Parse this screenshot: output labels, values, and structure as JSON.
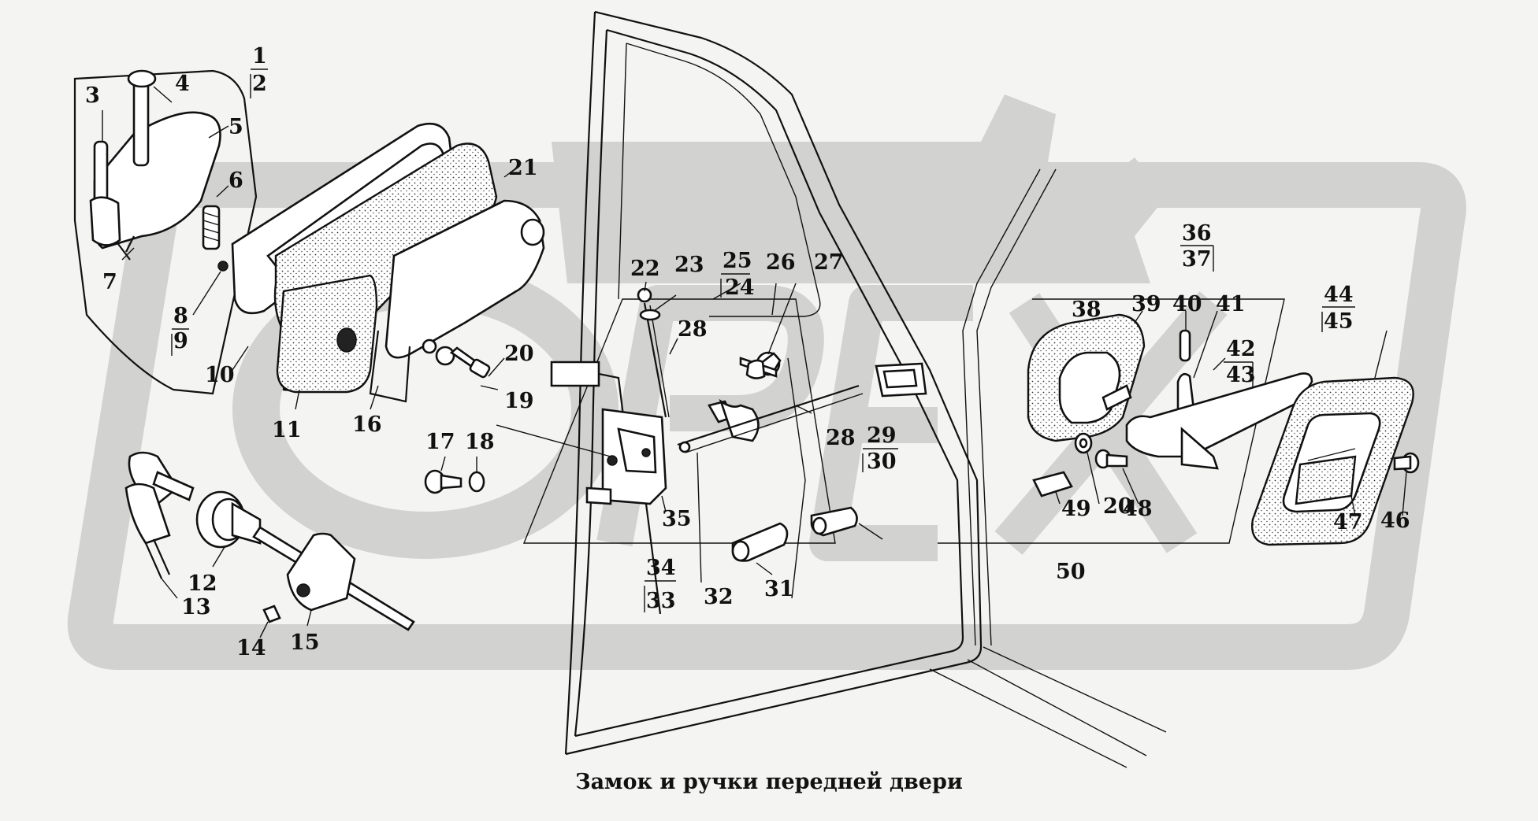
{
  "caption": "Замок и ручки передней двери",
  "watermark": {
    "color": "#d2d2d0"
  },
  "callouts": [
    {
      "id": "c1",
      "text": "1"
    },
    {
      "id": "c2",
      "text": "2"
    },
    {
      "id": "c3",
      "text": "3"
    },
    {
      "id": "c4",
      "text": "4"
    },
    {
      "id": "c5",
      "text": "5"
    },
    {
      "id": "c6",
      "text": "6"
    },
    {
      "id": "c7",
      "text": "7"
    },
    {
      "id": "c8",
      "text": "8"
    },
    {
      "id": "c9",
      "text": "9"
    },
    {
      "id": "c10",
      "text": "10"
    },
    {
      "id": "c11",
      "text": "11"
    },
    {
      "id": "c12",
      "text": "12"
    },
    {
      "id": "c13",
      "text": "13"
    },
    {
      "id": "c14",
      "text": "14"
    },
    {
      "id": "c15",
      "text": "15"
    },
    {
      "id": "c16",
      "text": "16"
    },
    {
      "id": "c17",
      "text": "17"
    },
    {
      "id": "c18",
      "text": "18"
    },
    {
      "id": "c19",
      "text": "19"
    },
    {
      "id": "c20a",
      "text": "20"
    },
    {
      "id": "c21",
      "text": "21"
    },
    {
      "id": "c22",
      "text": "22"
    },
    {
      "id": "c23",
      "text": "23"
    },
    {
      "id": "c25",
      "text": "25"
    },
    {
      "id": "c24",
      "text": "24"
    },
    {
      "id": "c26",
      "text": "26"
    },
    {
      "id": "c27",
      "text": "27"
    },
    {
      "id": "c28a",
      "text": "28"
    },
    {
      "id": "c28b",
      "text": "28"
    },
    {
      "id": "c29",
      "text": "29"
    },
    {
      "id": "c30",
      "text": "30"
    },
    {
      "id": "c31",
      "text": "31"
    },
    {
      "id": "c32",
      "text": "32"
    },
    {
      "id": "c34",
      "text": "34"
    },
    {
      "id": "c33",
      "text": "33"
    },
    {
      "id": "c35",
      "text": "35"
    },
    {
      "id": "c36",
      "text": "36"
    },
    {
      "id": "c37",
      "text": "37"
    },
    {
      "id": "c38",
      "text": "38"
    },
    {
      "id": "c39",
      "text": "39"
    },
    {
      "id": "c40",
      "text": "40"
    },
    {
      "id": "c41",
      "text": "41"
    },
    {
      "id": "c42",
      "text": "42"
    },
    {
      "id": "c43",
      "text": "43"
    },
    {
      "id": "c44",
      "text": "44"
    },
    {
      "id": "c45",
      "text": "45"
    },
    {
      "id": "c46",
      "text": "46"
    },
    {
      "id": "c47",
      "text": "47"
    },
    {
      "id": "c48",
      "text": "48"
    },
    {
      "id": "c49",
      "text": "49"
    },
    {
      "id": "c20b",
      "text": "20"
    },
    {
      "id": "c50",
      "text": "50"
    }
  ]
}
